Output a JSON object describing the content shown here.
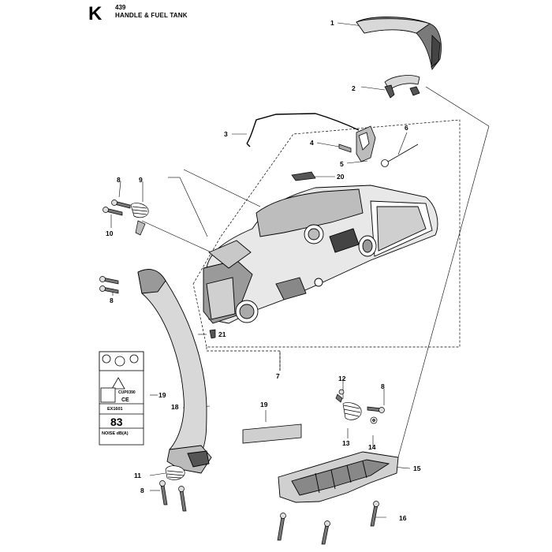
{
  "header": {
    "section_letter": "K",
    "model": "439",
    "title": "HANDLE & FUEL TANK"
  },
  "callouts": {
    "c1": "1",
    "c2": "2",
    "c3": "3",
    "c4": "4",
    "c5": "5",
    "c6": "6",
    "c7": "7",
    "c8a": "8",
    "c8b": "8",
    "c8c": "8",
    "c8d": "8",
    "c9": "9",
    "c10": "10",
    "c11": "11",
    "c12": "12",
    "c13": "13",
    "c14": "14",
    "c15": "15",
    "c16": "16",
    "c18": "18",
    "c19a": "19",
    "c19b": "19",
    "c20": "20",
    "c21": "21"
  },
  "label_decal": {
    "code": "CUP0390",
    "ce": "CE",
    "ec": "EX1601",
    "noise_value": "83",
    "noise_text": "NOISE dB(A)"
  },
  "colors": {
    "line": "#000000",
    "part_fill": "#ffffff",
    "part_shade": "#d8d8d8",
    "part_dark": "#555555"
  }
}
